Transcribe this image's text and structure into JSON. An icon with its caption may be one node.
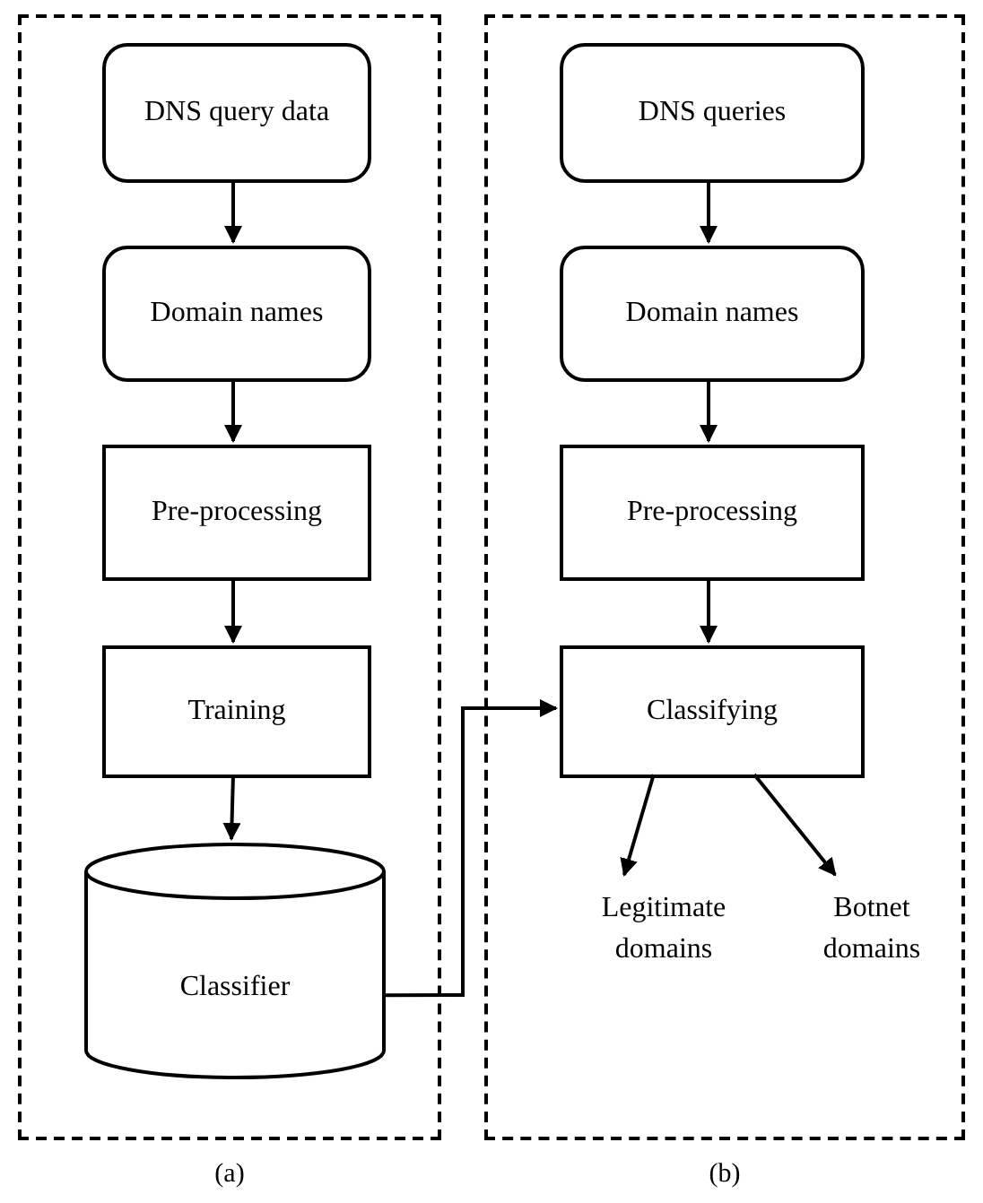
{
  "diagram": {
    "nodes": [
      {
        "text": [],
        "shape": "box",
        "beside": [
          "(a)"
        ]
      },
      {
        "text": [
          "DNS query data"
        ],
        "in": 0
      },
      {
        "text": [
          "Domain names"
        ],
        "in": 0
      },
      {
        "text": [
          "Pre-processing"
        ],
        "in": 0
      },
      {
        "text": [
          "Training"
        ],
        "in": 0
      },
      {
        "text": [
          "Classifier"
        ],
        "in": 0
      },
      {
        "text": [],
        "shape": "box",
        "beside": [
          "(b)"
        ]
      },
      {
        "text": [
          "DNS queries"
        ],
        "in": 6
      },
      {
        "text": [
          "Domain names"
        ],
        "in": 6
      },
      {
        "text": [
          "Pre-processing"
        ],
        "in": 6
      },
      {
        "text": [
          "Classifying"
        ],
        "in": 6
      },
      {
        "text": [
          "Legitimate domains"
        ],
        "in": 6
      },
      {
        "text": [
          "Botnet domains"
        ],
        "in": 6
      }
    ],
    "edges": [
      {
        "from": 1,
        "to": 2,
        "arrow": "to"
      },
      {
        "from": 2,
        "to": 3,
        "arrow": "to"
      },
      {
        "from": 3,
        "to": 4,
        "arrow": "to"
      },
      {
        "from": 4,
        "to": 5,
        "arrow": "to"
      },
      {
        "from": 7,
        "to": 8,
        "arrow": "to"
      },
      {
        "from": 8,
        "to": 9,
        "arrow": "to"
      },
      {
        "from": 9,
        "to": 10,
        "arrow": "to"
      },
      {
        "from": 5,
        "to": 10,
        "arrow": "to"
      },
      {
        "from": 10,
        "to": 11,
        "arrow": "to"
      },
      {
        "from": 10,
        "to": 12,
        "arrow": "to"
      }
    ]
  }
}
